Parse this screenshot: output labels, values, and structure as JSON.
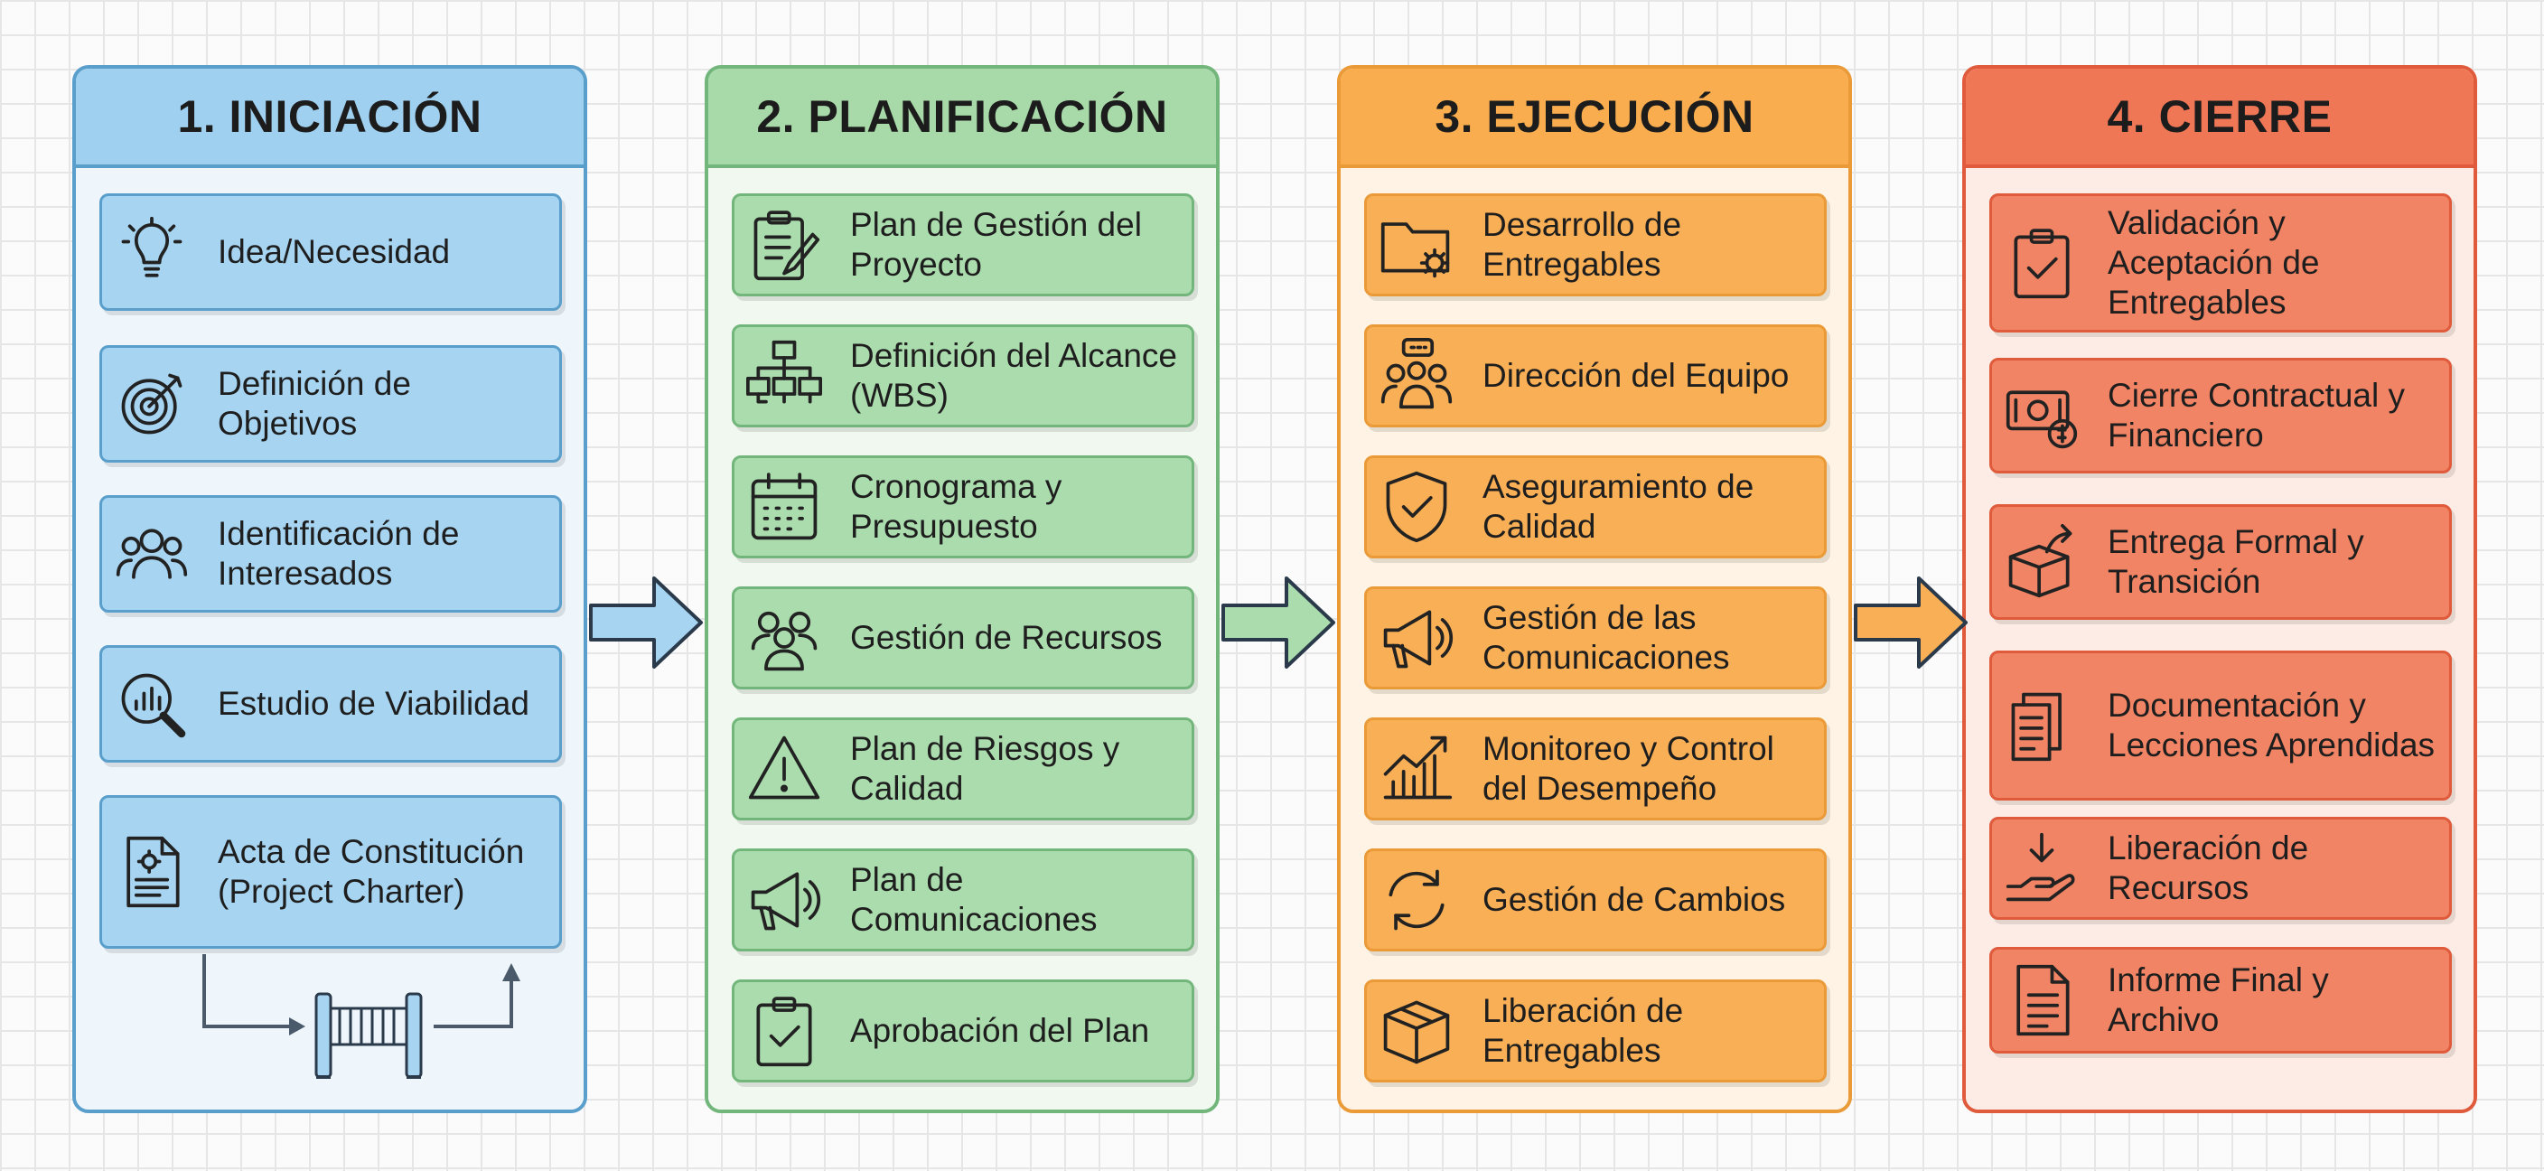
{
  "colors": {
    "blue": "#a6d4f1",
    "green": "#abdcad",
    "orange": "#f9af55",
    "red": "#f08464",
    "outline": "#2a2a2a"
  },
  "phases": [
    {
      "title": "1. INICIACIÓN",
      "items": [
        {
          "label": "Idea/Necesidad",
          "icon": "lightbulb-icon"
        },
        {
          "label": "Definición de Objetivos",
          "icon": "target-icon"
        },
        {
          "label": "Identificación de Interesados",
          "icon": "people-icon"
        },
        {
          "label": "Estudio de Viabilidad",
          "icon": "magnifier-chart-icon"
        },
        {
          "label": "Acta de Constitución (Project Charter)",
          "icon": "document-gear-icon"
        }
      ],
      "footer_icon": "gate-icon"
    },
    {
      "title": "2. PLANIFICACIÓN",
      "items": [
        {
          "label": "Plan de Gestión del Proyecto",
          "icon": "clipboard-pencil-icon"
        },
        {
          "label": "Definición del Alcance (WBS)",
          "icon": "hierarchy-icon"
        },
        {
          "label": "Cronograma y Presupuesto",
          "icon": "calendar-icon"
        },
        {
          "label": "Gestión de Recursos",
          "icon": "team-icon"
        },
        {
          "label": "Plan de Riesgos y Calidad",
          "icon": "warning-icon"
        },
        {
          "label": "Plan de Comunicaciones",
          "icon": "megaphone-icon"
        },
        {
          "label": "Aprobación del Plan",
          "icon": "clipboard-check-icon"
        }
      ]
    },
    {
      "title": "3. EJECUCIÓN",
      "items": [
        {
          "label": "Desarrollo de Entregables",
          "icon": "folder-gear-icon"
        },
        {
          "label": "Dirección del Equipo",
          "icon": "team-chat-icon"
        },
        {
          "label": "Aseguramiento de Calidad",
          "icon": "shield-check-icon"
        },
        {
          "label": "Gestión de las Comunicaciones",
          "icon": "megaphone-icon"
        },
        {
          "label": "Monitoreo y Control del Desempeño",
          "icon": "growth-chart-icon"
        },
        {
          "label": "Gestión de Cambios",
          "icon": "cycle-arrows-icon"
        },
        {
          "label": "Liberación de Entregables",
          "icon": "box-icon"
        }
      ]
    },
    {
      "title": "4. CIERRE",
      "items": [
        {
          "label": "Validación y Aceptación de Entregables",
          "icon": "clipboard-check-icon"
        },
        {
          "label": "Cierre Contractual y Financiero",
          "icon": "money-icon"
        },
        {
          "label": "Entrega Formal y Transición",
          "icon": "box-arrow-icon"
        },
        {
          "label": "Documentación y Lecciones Aprendidas",
          "icon": "documents-icon"
        },
        {
          "label": "Liberación de Recursos",
          "icon": "hand-arrow-icon"
        },
        {
          "label": "Informe Final y Archivo",
          "icon": "document-icon"
        }
      ]
    }
  ]
}
